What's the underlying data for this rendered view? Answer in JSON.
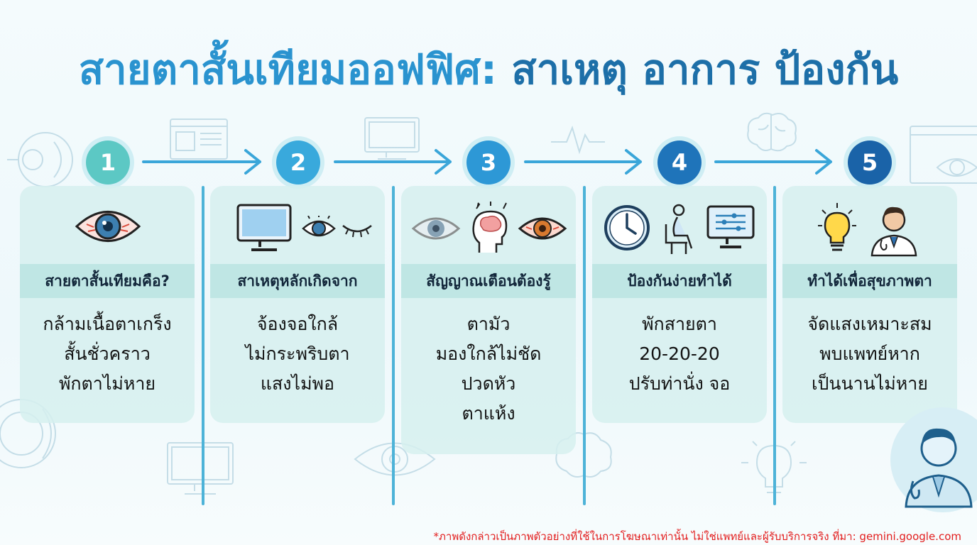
{
  "title": {
    "part1": "สายตาสั้นเทียมออฟฟิศ:",
    "part2": "สาเหตุ อาการ ป้องกัน"
  },
  "steps": [
    {
      "number": "1",
      "color": "#5cc8c4",
      "heading": "สายตาสั้นเทียมคือ?",
      "lines": [
        "กล้ามเนื้อตาเกร็ง",
        "สั้นชั่วคราว",
        "พักตาไม่หาย"
      ]
    },
    {
      "number": "2",
      "color": "#39a9dc",
      "heading": "สาเหตุหลักเกิดจาก",
      "lines": [
        "จ้องจอใกล้",
        "ไม่กระพริบตา",
        "แสงไม่พอ"
      ]
    },
    {
      "number": "3",
      "color": "#2d98d6",
      "heading": "สัญญาณเตือนต้องรู้",
      "lines": [
        "ตามัว",
        "มองใกล้ไม่ชัด",
        "ปวดหัว",
        "ตาแห้ง"
      ]
    },
    {
      "number": "4",
      "color": "#1f74ba",
      "heading": "ป้องกันง่ายทำได้",
      "lines": [
        "พักสายตา",
        "20-20-20",
        "ปรับท่านั่ง จอ"
      ]
    },
    {
      "number": "5",
      "color": "#1a63a8",
      "heading": "ทำได้เพื่อสุขภาพตา",
      "lines": [
        "จัดแสงเหมาะสม",
        "พบแพทย์หาก",
        "เป็นนานไม่หาย"
      ]
    }
  ],
  "footer": "*ภาพดังกล่าวเป็นภาพตัวอย่างที่ใช้ในการโฆษณาเท่านั้น ไม่ใช่แพทย์และผู้รับบริการจริง ที่มา: gemini.google.com",
  "colors": {
    "accent": "#2a93cf",
    "dark": "#1d6fa8",
    "arrow": "#3aa6d9",
    "note": "#e21d1d"
  }
}
